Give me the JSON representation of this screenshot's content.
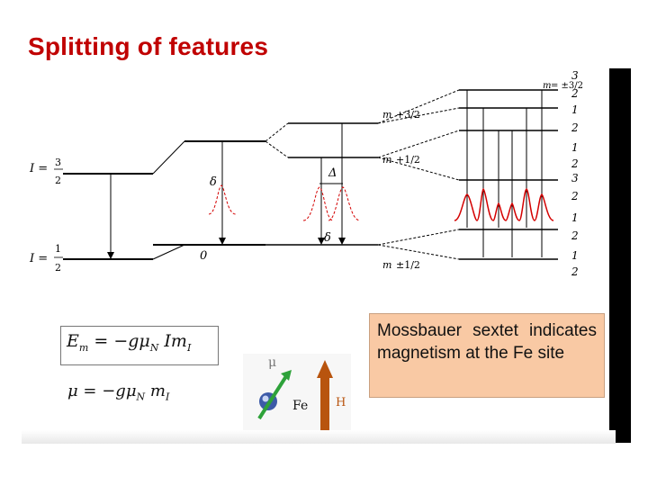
{
  "title": "Splitting of features",
  "textbox": "Mossbauer sextet indicates magnetism at the Fe site",
  "formulas": {
    "energy_lhs": "E",
    "energy_sub": "m",
    "energy_rhs": "= −gμ",
    "energy_tail": "Im",
    "moment_lhs": "μ = −gμ",
    "moment_tail": "m"
  },
  "levels": {
    "I_label": "I =",
    "I_upper": "3",
    "I_lower": "1",
    "I_den": "2",
    "delta_symbol": "δ",
    "Delta_symbol": "Δ",
    "zero": "0",
    "mI_label": "m",
    "mI_upper": "+3/2",
    "mI_mid": "+1/2",
    "mI_low": "±1/2",
    "mI_top": "= ±3/2"
  },
  "labels": {
    "Fe": "Fe",
    "H": "H",
    "mu": "μ"
  },
  "colors": {
    "title": "#c00000",
    "spectrum": "#d40000",
    "textbox": "#f9c9a4",
    "arrow_H": "#b8540e",
    "arrow_mu": "#2ea23a"
  }
}
